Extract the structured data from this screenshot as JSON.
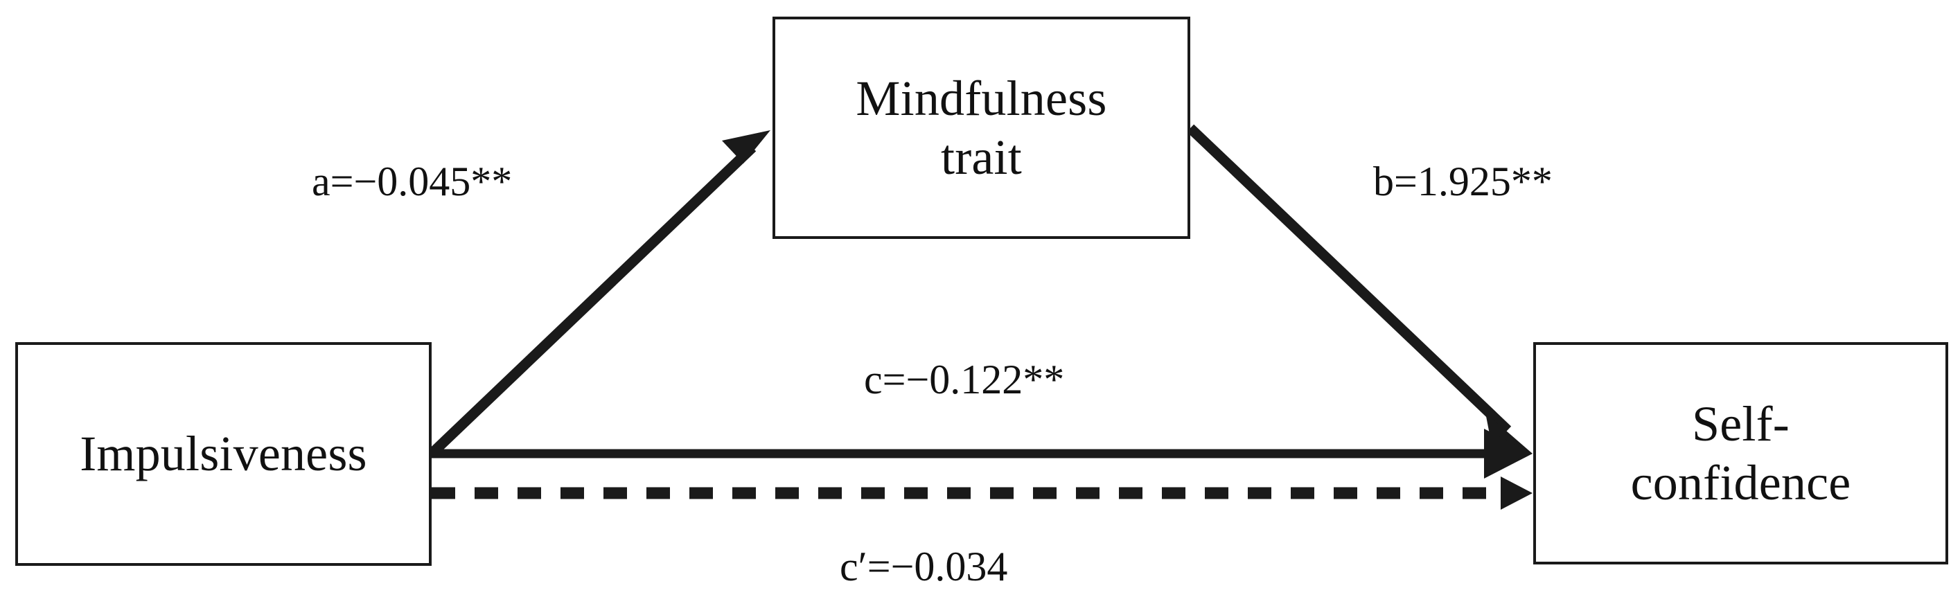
{
  "diagram": {
    "type": "mediation-path-diagram",
    "nodes": [
      {
        "id": "impulsiveness",
        "label": "Impulsiveness"
      },
      {
        "id": "mindfulness",
        "label": "Mindfulness\ntrait"
      },
      {
        "id": "selfconfidence",
        "label": "Self-\nconfidence"
      }
    ],
    "paths": [
      {
        "id": "a",
        "label": "a=−0.045**",
        "coefficient": -0.045,
        "significance": "**",
        "from": "impulsiveness",
        "to": "mindfulness",
        "style": "solid"
      },
      {
        "id": "b",
        "label": "b=1.925**",
        "coefficient": 1.925,
        "significance": "**",
        "from": "mindfulness",
        "to": "selfconfidence",
        "style": "solid"
      },
      {
        "id": "c",
        "label": "c=−0.122**",
        "coefficient": -0.122,
        "significance": "**",
        "from": "impulsiveness",
        "to": "selfconfidence",
        "style": "solid"
      },
      {
        "id": "c-prime",
        "label": "c′=−0.034",
        "coefficient": -0.034,
        "significance": "",
        "from": "impulsiveness",
        "to": "selfconfidence",
        "style": "dashed"
      }
    ],
    "colors": {
      "stroke": "#1a1a1a",
      "text": "#111111",
      "background": "#ffffff"
    }
  }
}
